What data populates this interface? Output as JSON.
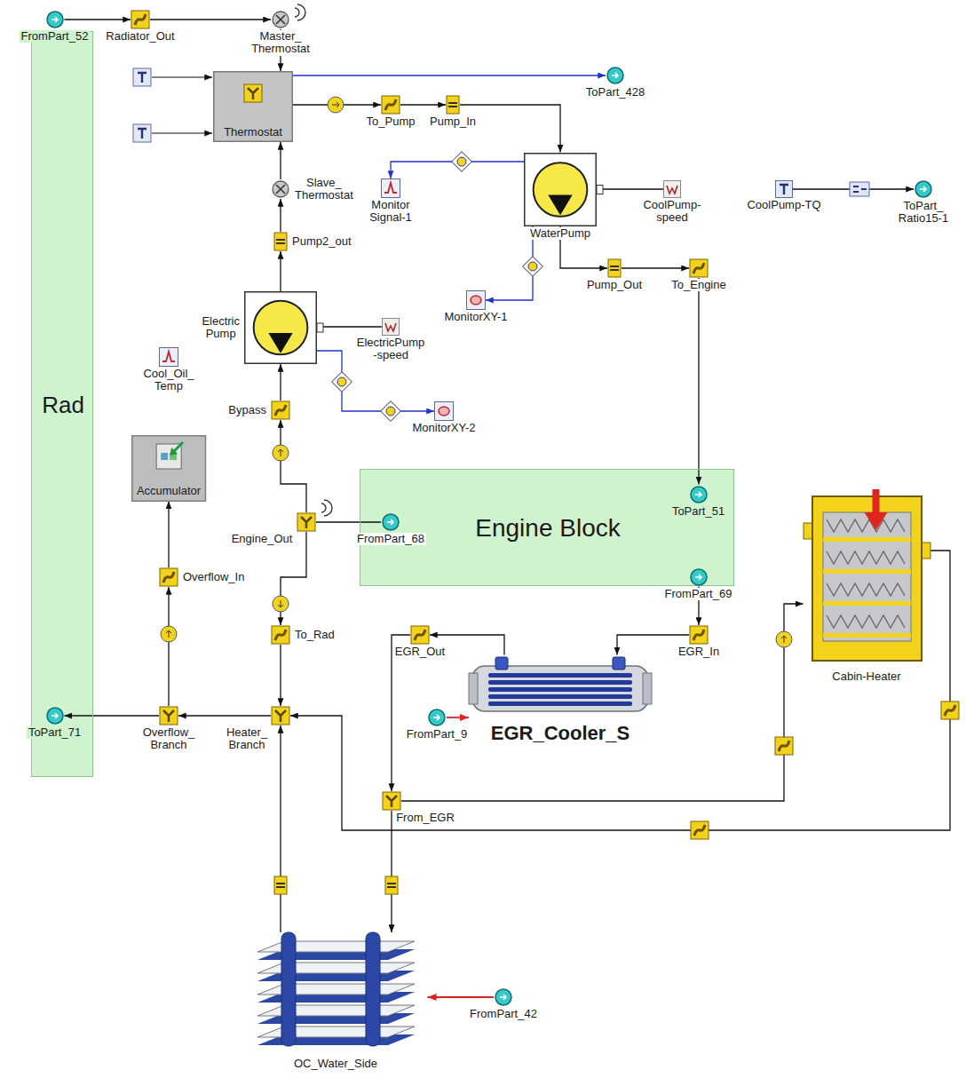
{
  "diagram": {
    "nodes": [
      {
        "text": [
          "Rad"
        ]
      },
      {
        "text": [
          "Engine Block"
        ]
      },
      {
        "text": [
          "FromPart_52"
        ],
        "in": 0
      },
      {
        "text": [
          "Radiator_Out"
        ]
      },
      {
        "text": [
          "Master_ Thermostat"
        ]
      },
      {
        "text": [
          "Thermostat"
        ]
      },
      {
        "text": [
          "ToPart_428"
        ]
      },
      {
        "text": [
          "To_Pump"
        ]
      },
      {
        "text": [
          "Pump_In"
        ]
      },
      {
        "text": [
          "WaterPump"
        ]
      },
      {
        "text": [
          "Monitor Signal-1"
        ]
      },
      {
        "text": [
          "CoolPump- speed"
        ]
      },
      {
        "text": [
          "CoolPump-TQ"
        ]
      },
      {
        "text": [
          "ToPart_ Ratio15-1"
        ]
      },
      {
        "text": [
          "Slave_ Thermostat"
        ]
      },
      {
        "text": [
          "Pump2_out"
        ]
      },
      {
        "text": [
          "Electric Pump"
        ]
      },
      {
        "text": [
          "ElectricPump -speed"
        ]
      },
      {
        "text": [
          "Cool_Oil_ Temp"
        ]
      },
      {
        "text": [
          "MonitorXY-1"
        ]
      },
      {
        "text": [
          "Pump_Out"
        ]
      },
      {
        "text": [
          "To_Engine"
        ]
      },
      {
        "text": [
          "MonitorXY-2"
        ]
      },
      {
        "text": [
          "Bypass"
        ]
      },
      {
        "text": [
          "Accumulator"
        ]
      },
      {
        "text": [
          "Engine_Out"
        ]
      },
      {
        "text": [
          "FromPart_68"
        ]
      },
      {
        "text": [
          "Overflow_In"
        ]
      },
      {
        "text": [
          "ToPart_51"
        ],
        "in": 1
      },
      {
        "text": [
          "FromPart_69"
        ],
        "in": 1
      },
      {
        "text": [
          "To_Rad"
        ]
      },
      {
        "text": [
          "EGR_Out"
        ]
      },
      {
        "text": [
          "EGR_In"
        ]
      },
      {
        "text": [
          "EGR_Cooler_S"
        ]
      },
      {
        "text": [
          "FromPart_9"
        ]
      },
      {
        "text": [
          "Cabin-Heater"
        ]
      },
      {
        "text": [
          "ToPart_71"
        ],
        "in": 0
      },
      {
        "text": [
          "Overflow_ Branch"
        ]
      },
      {
        "text": [
          "Heater_ Branch"
        ]
      },
      {
        "text": [
          "From_EGR"
        ]
      },
      {
        "text": [
          "OC_Water_Side"
        ]
      },
      {
        "text": [
          "FromPart_42"
        ]
      }
    ],
    "edges": [
      {
        "from": 2,
        "to": 3,
        "arrow": "to"
      },
      {
        "from": 3,
        "to": 4,
        "arrow": "to"
      },
      {
        "from": 4,
        "to": 5,
        "arrow": "to"
      },
      {
        "from": 5,
        "to": 6,
        "arrow": "to"
      },
      {
        "from": 5,
        "to": 7,
        "arrow": "to"
      },
      {
        "from": 7,
        "to": 8,
        "arrow": "to"
      },
      {
        "from": 8,
        "to": 9,
        "arrow": "to"
      },
      {
        "from": 9,
        "to": 20,
        "arrow": "to"
      },
      {
        "from": 20,
        "to": 21,
        "arrow": "to"
      },
      {
        "from": 21,
        "to": 28,
        "arrow": "to"
      },
      {
        "from": 11,
        "to": 9,
        "arrow": "none"
      },
      {
        "from": 12,
        "to": 13,
        "arrow": "to"
      },
      {
        "from": 9,
        "to": 10,
        "arrow": "to"
      },
      {
        "from": 9,
        "to": 19,
        "arrow": "to"
      },
      {
        "from": 14,
        "to": 5,
        "arrow": "to"
      },
      {
        "from": 15,
        "to": 14,
        "arrow": "to"
      },
      {
        "from": 16,
        "to": 15,
        "arrow": "to"
      },
      {
        "from": 17,
        "to": 16,
        "arrow": "none"
      },
      {
        "from": 23,
        "to": 16,
        "arrow": "to"
      },
      {
        "from": 25,
        "to": 23,
        "arrow": "to"
      },
      {
        "from": 26,
        "to": 25,
        "arrow": "none"
      },
      {
        "from": 25,
        "to": 30,
        "arrow": "to"
      },
      {
        "from": 30,
        "to": 38,
        "arrow": "to"
      },
      {
        "from": 38,
        "to": 37,
        "arrow": "to"
      },
      {
        "from": 37,
        "to": 36,
        "arrow": "to"
      },
      {
        "from": 37,
        "to": 27,
        "arrow": "to"
      },
      {
        "from": 27,
        "to": 24,
        "arrow": "to"
      },
      {
        "from": 40,
        "to": 38,
        "arrow": "to"
      },
      {
        "from": 29,
        "to": 32,
        "arrow": "to"
      },
      {
        "from": 32,
        "to": 33,
        "arrow": "to"
      },
      {
        "from": 33,
        "to": 31,
        "arrow": "to"
      },
      {
        "from": 31,
        "to": 39,
        "arrow": "to"
      },
      {
        "from": 39,
        "to": 35,
        "arrow": "to"
      },
      {
        "from": 35,
        "to": 38,
        "arrow": "to"
      },
      {
        "from": 39,
        "to": 40,
        "arrow": "to"
      },
      {
        "from": 34,
        "to": 33,
        "arrow": "to"
      },
      {
        "from": 41,
        "to": 40,
        "arrow": "to"
      },
      {
        "from": 16,
        "to": 22,
        "arrow": "to"
      }
    ]
  }
}
